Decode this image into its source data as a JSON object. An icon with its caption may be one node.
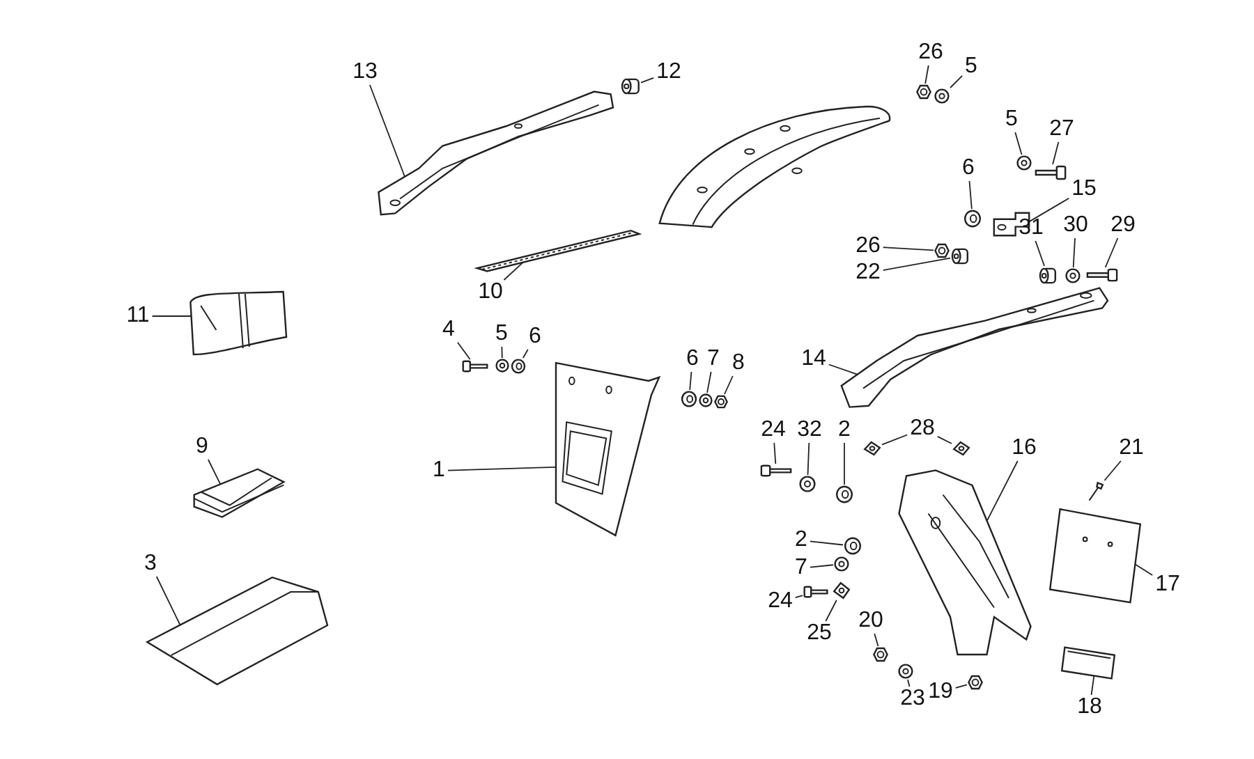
{
  "diagram": {
    "nodes": [
      {
        "text": [
          "26"
        ]
      },
      {
        "text": [],
        "shape": "picture"
      },
      {
        "text": [
          "5"
        ]
      },
      {
        "text": [],
        "shape": "picture"
      },
      {
        "text": [
          "12"
        ]
      },
      {
        "text": [],
        "shape": "picture"
      },
      {
        "text": [
          "13"
        ]
      },
      {
        "text": [],
        "shape": "picture"
      },
      {
        "text": [
          "5"
        ]
      },
      {
        "text": [],
        "shape": "picture"
      },
      {
        "text": [
          "27"
        ]
      },
      {
        "text": [],
        "shape": "picture"
      },
      {
        "text": [
          "6"
        ]
      },
      {
        "text": [],
        "shape": "picture"
      },
      {
        "text": [
          "10"
        ]
      },
      {
        "text": [],
        "shape": "picture"
      },
      {
        "text": [
          "15"
        ]
      },
      {
        "text": [],
        "shape": "picture"
      },
      {
        "text": [
          "26"
        ]
      },
      {
        "text": [],
        "shape": "picture"
      },
      {
        "text": [
          "22"
        ]
      },
      {
        "text": [],
        "shape": "picture"
      },
      {
        "text": [
          "11"
        ]
      },
      {
        "text": [],
        "shape": "picture"
      },
      {
        "text": [
          "4"
        ]
      },
      {
        "text": [],
        "shape": "picture"
      },
      {
        "text": [
          "5"
        ]
      },
      {
        "text": [],
        "shape": "picture"
      },
      {
        "text": [
          "6"
        ]
      },
      {
        "text": [],
        "shape": "picture"
      },
      {
        "text": [
          "6"
        ]
      },
      {
        "text": [],
        "shape": "picture"
      },
      {
        "text": [
          "7"
        ]
      },
      {
        "text": [],
        "shape": "picture"
      },
      {
        "text": [
          "8"
        ]
      },
      {
        "text": [],
        "shape": "picture"
      },
      {
        "text": [
          "14"
        ]
      },
      {
        "text": [],
        "shape": "picture"
      },
      {
        "text": [
          "31"
        ]
      },
      {
        "text": [],
        "shape": "picture"
      },
      {
        "text": [
          "30"
        ]
      },
      {
        "text": [],
        "shape": "picture"
      },
      {
        "text": [
          "29"
        ]
      },
      {
        "text": [],
        "shape": "picture"
      },
      {
        "text": [
          "28"
        ]
      },
      {
        "text": [],
        "shape": "picture"
      },
      {
        "text": [],
        "shape": "picture"
      },
      {
        "text": [
          "24"
        ]
      },
      {
        "text": [],
        "shape": "picture"
      },
      {
        "text": [
          "32"
        ]
      },
      {
        "text": [],
        "shape": "picture"
      },
      {
        "text": [
          "2"
        ]
      },
      {
        "text": [],
        "shape": "picture"
      },
      {
        "text": [
          "9"
        ]
      },
      {
        "text": [],
        "shape": "picture"
      },
      {
        "text": [
          "1"
        ]
      },
      {
        "text": [],
        "shape": "picture"
      },
      {
        "text": [
          "16"
        ]
      },
      {
        "text": [],
        "shape": "picture"
      },
      {
        "text": [
          "21"
        ]
      },
      {
        "text": [],
        "shape": "picture"
      },
      {
        "text": [
          "2"
        ]
      },
      {
        "text": [],
        "shape": "picture"
      },
      {
        "text": [
          "17"
        ]
      },
      {
        "text": [],
        "shape": "picture"
      },
      {
        "text": [
          "7"
        ]
      },
      {
        "text": [],
        "shape": "picture"
      },
      {
        "text": [
          "3"
        ]
      },
      {
        "text": [],
        "shape": "picture"
      },
      {
        "text": [
          "24"
        ]
      },
      {
        "text": [],
        "shape": "picture"
      },
      {
        "text": [
          "25"
        ]
      },
      {
        "text": [],
        "shape": "picture"
      },
      {
        "text": [
          "20"
        ]
      },
      {
        "text": [],
        "shape": "picture"
      },
      {
        "text": [
          "23"
        ]
      },
      {
        "text": [],
        "shape": "picture"
      },
      {
        "text": [
          "19"
        ]
      },
      {
        "text": [],
        "shape": "picture"
      },
      {
        "text": [
          "18"
        ]
      },
      {
        "text": [],
        "shape": "picture"
      }
    ],
    "edges": [
      {
        "from": 0,
        "to": 1,
        "arrow": "none"
      },
      {
        "from": 2,
        "to": 3,
        "arrow": "none"
      },
      {
        "from": 4,
        "to": 5,
        "arrow": "none"
      },
      {
        "from": 6,
        "to": 7,
        "arrow": "none"
      },
      {
        "from": 8,
        "to": 9,
        "arrow": "none"
      },
      {
        "from": 10,
        "to": 11,
        "arrow": "none"
      },
      {
        "from": 12,
        "to": 13,
        "arrow": "none"
      },
      {
        "from": 14,
        "to": 15,
        "arrow": "none"
      },
      {
        "from": 16,
        "to": 17,
        "arrow": "none"
      },
      {
        "from": 18,
        "to": 19,
        "arrow": "none"
      },
      {
        "from": 20,
        "to": 21,
        "arrow": "none"
      },
      {
        "from": 22,
        "to": 23,
        "arrow": "none"
      },
      {
        "from": 24,
        "to": 25,
        "arrow": "none"
      },
      {
        "from": 26,
        "to": 27,
        "arrow": "none"
      },
      {
        "from": 28,
        "to": 29,
        "arrow": "none"
      },
      {
        "from": 30,
        "to": 31,
        "arrow": "none"
      },
      {
        "from": 32,
        "to": 33,
        "arrow": "none"
      },
      {
        "from": 34,
        "to": 35,
        "arrow": "none"
      },
      {
        "from": 36,
        "to": 37,
        "arrow": "none"
      },
      {
        "from": 38,
        "to": 39,
        "arrow": "none"
      },
      {
        "from": 40,
        "to": 41,
        "arrow": "none"
      },
      {
        "from": 42,
        "to": 43,
        "arrow": "none"
      },
      {
        "from": 44,
        "to": 45,
        "arrow": "none"
      },
      {
        "from": 44,
        "to": 46,
        "arrow": "none"
      },
      {
        "from": 47,
        "to": 48,
        "arrow": "none"
      },
      {
        "from": 49,
        "to": 50,
        "arrow": "none"
      },
      {
        "from": 51,
        "to": 52,
        "arrow": "none"
      },
      {
        "from": 53,
        "to": 54,
        "arrow": "none"
      },
      {
        "from": 55,
        "to": 56,
        "arrow": "none"
      },
      {
        "from": 57,
        "to": 58,
        "arrow": "none"
      },
      {
        "from": 59,
        "to": 60,
        "arrow": "none"
      },
      {
        "from": 61,
        "to": 62,
        "arrow": "none"
      },
      {
        "from": 63,
        "to": 64,
        "arrow": "none"
      },
      {
        "from": 65,
        "to": 66,
        "arrow": "none"
      },
      {
        "from": 67,
        "to": 68,
        "arrow": "none"
      },
      {
        "from": 69,
        "to": 70,
        "arrow": "none"
      },
      {
        "from": 71,
        "to": 72,
        "arrow": "none"
      },
      {
        "from": 73,
        "to": 74,
        "arrow": "none"
      },
      {
        "from": 75,
        "to": 76,
        "arrow": "none"
      },
      {
        "from": 77,
        "to": 78,
        "arrow": "none"
      },
      {
        "from": 79,
        "to": 80,
        "arrow": "none"
      }
    ]
  }
}
